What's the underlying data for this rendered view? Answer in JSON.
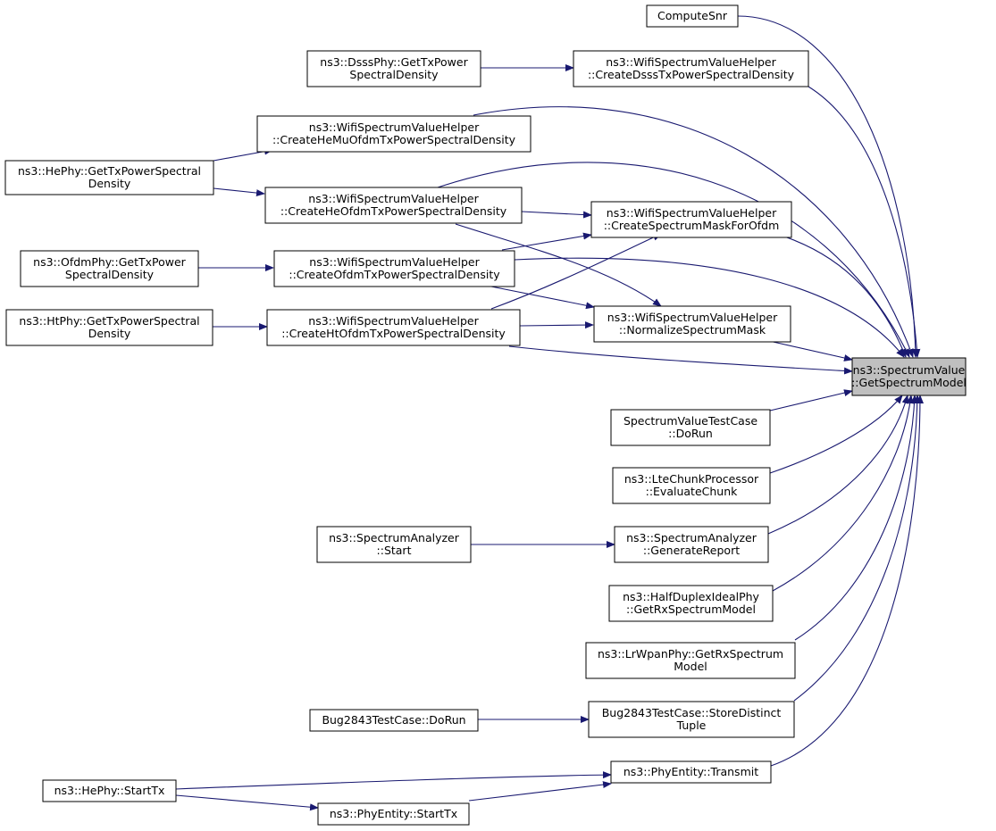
{
  "colors": {
    "edge": "#191970",
    "node_fill": "#ffffff",
    "target_fill": "#bfbfbf",
    "border": "#000000"
  },
  "target": {
    "id": "n_target",
    "lines": [
      "ns3::SpectrumValue",
      "::GetSpectrumModel"
    ]
  },
  "nodes": [
    {
      "id": "n1",
      "lines": [
        "ComputeSnr"
      ]
    },
    {
      "id": "n2",
      "lines": [
        "ns3::WifiSpectrumValueHelper",
        "::CreateDsssTxPowerSpectralDensity"
      ]
    },
    {
      "id": "n3",
      "lines": [
        "ns3::DsssPhy::GetTxPower",
        "SpectralDensity"
      ]
    },
    {
      "id": "n4",
      "lines": [
        "ns3::WifiSpectrumValueHelper",
        "::CreateHeMuOfdmTxPowerSpectralDensity"
      ]
    },
    {
      "id": "n5",
      "lines": [
        "ns3::HePhy::GetTxPowerSpectral",
        "Density"
      ]
    },
    {
      "id": "n6",
      "lines": [
        "ns3::WifiSpectrumValueHelper",
        "::CreateHeOfdmTxPowerSpectralDensity"
      ]
    },
    {
      "id": "n7",
      "lines": [
        "ns3::WifiSpectrumValueHelper",
        "::CreateSpectrumMaskForOfdm"
      ]
    },
    {
      "id": "n8",
      "lines": [
        "ns3::OfdmPhy::GetTxPower",
        "SpectralDensity"
      ]
    },
    {
      "id": "n9",
      "lines": [
        "ns3::WifiSpectrumValueHelper",
        "::CreateOfdmTxPowerSpectralDensity"
      ]
    },
    {
      "id": "n10",
      "lines": [
        "ns3::HtPhy::GetTxPowerSpectral",
        "Density"
      ]
    },
    {
      "id": "n11",
      "lines": [
        "ns3::WifiSpectrumValueHelper",
        "::CreateHtOfdmTxPowerSpectralDensity"
      ]
    },
    {
      "id": "n12",
      "lines": [
        "ns3::WifiSpectrumValueHelper",
        "::NormalizeSpectrumMask"
      ]
    },
    {
      "id": "n13",
      "lines": [
        "SpectrumValueTestCase",
        "::DoRun"
      ]
    },
    {
      "id": "n14",
      "lines": [
        "ns3::LteChunkProcessor",
        "::EvaluateChunk"
      ]
    },
    {
      "id": "n15",
      "lines": [
        "ns3::SpectrumAnalyzer",
        "::Start"
      ]
    },
    {
      "id": "n16",
      "lines": [
        "ns3::SpectrumAnalyzer",
        "::GenerateReport"
      ]
    },
    {
      "id": "n17",
      "lines": [
        "ns3::HalfDuplexIdealPhy",
        "::GetRxSpectrumModel"
      ]
    },
    {
      "id": "n18",
      "lines": [
        "ns3::LrWpanPhy::GetRxSpectrum",
        "Model"
      ]
    },
    {
      "id": "n19",
      "lines": [
        "Bug2843TestCase::DoRun"
      ]
    },
    {
      "id": "n20",
      "lines": [
        "Bug2843TestCase::StoreDistinct",
        "Tuple"
      ]
    },
    {
      "id": "n21",
      "lines": [
        "ns3::HePhy::StartTx"
      ]
    },
    {
      "id": "n22",
      "lines": [
        "ns3::PhyEntity::Transmit"
      ]
    },
    {
      "id": "n23",
      "lines": [
        "ns3::PhyEntity::StartTx"
      ]
    }
  ],
  "edges": [
    {
      "from": "n1",
      "to": "n_target"
    },
    {
      "from": "n2",
      "to": "n_target"
    },
    {
      "from": "n3",
      "to": "n2"
    },
    {
      "from": "n4",
      "to": "n_target"
    },
    {
      "from": "n5",
      "to": "n4"
    },
    {
      "from": "n5",
      "to": "n6"
    },
    {
      "from": "n6",
      "to": "n_target"
    },
    {
      "from": "n6",
      "to": "n7"
    },
    {
      "from": "n6",
      "to": "n12"
    },
    {
      "from": "n7",
      "to": "n_target"
    },
    {
      "from": "n9",
      "to": "n7"
    },
    {
      "from": "n9",
      "to": "n12"
    },
    {
      "from": "n9",
      "to": "n_target"
    },
    {
      "from": "n8",
      "to": "n9"
    },
    {
      "from": "n11",
      "to": "n7"
    },
    {
      "from": "n11",
      "to": "n12"
    },
    {
      "from": "n11",
      "to": "n_target"
    },
    {
      "from": "n10",
      "to": "n11"
    },
    {
      "from": "n12",
      "to": "n_target"
    },
    {
      "from": "n13",
      "to": "n_target"
    },
    {
      "from": "n14",
      "to": "n_target"
    },
    {
      "from": "n16",
      "to": "n_target"
    },
    {
      "from": "n15",
      "to": "n16"
    },
    {
      "from": "n17",
      "to": "n_target"
    },
    {
      "from": "n18",
      "to": "n_target"
    },
    {
      "from": "n20",
      "to": "n_target"
    },
    {
      "from": "n19",
      "to": "n20"
    },
    {
      "from": "n22",
      "to": "n_target"
    },
    {
      "from": "n21",
      "to": "n22"
    },
    {
      "from": "n21",
      "to": "n23"
    },
    {
      "from": "n23",
      "to": "n22"
    }
  ]
}
